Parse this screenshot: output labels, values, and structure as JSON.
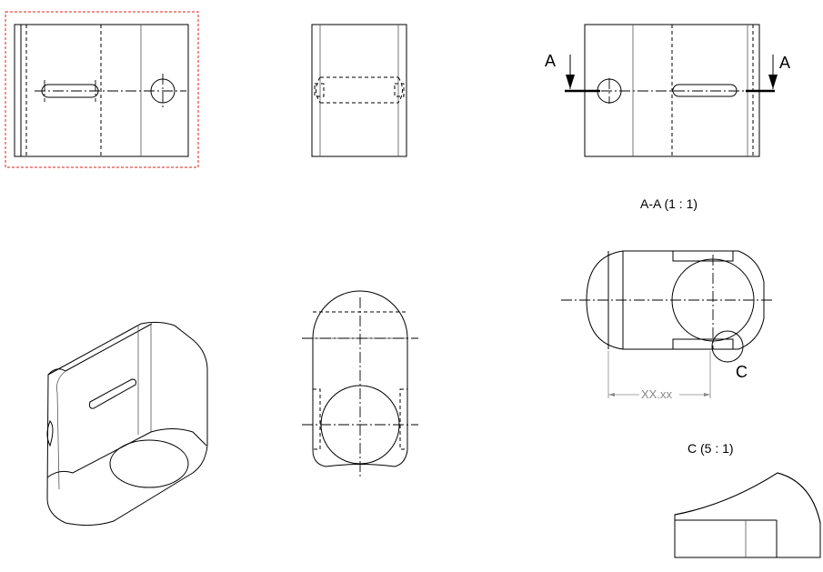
{
  "views": {
    "section_marker_left": "A",
    "section_marker_right": "A",
    "section_title": "A-A  (1 : 1)",
    "detail_marker": "C",
    "detail_title": "C  (5 : 1)",
    "dimension_text": "XX.xx"
  },
  "colors": {
    "line": "#000000",
    "selection": "#e0201a",
    "dimension": "#888888"
  }
}
